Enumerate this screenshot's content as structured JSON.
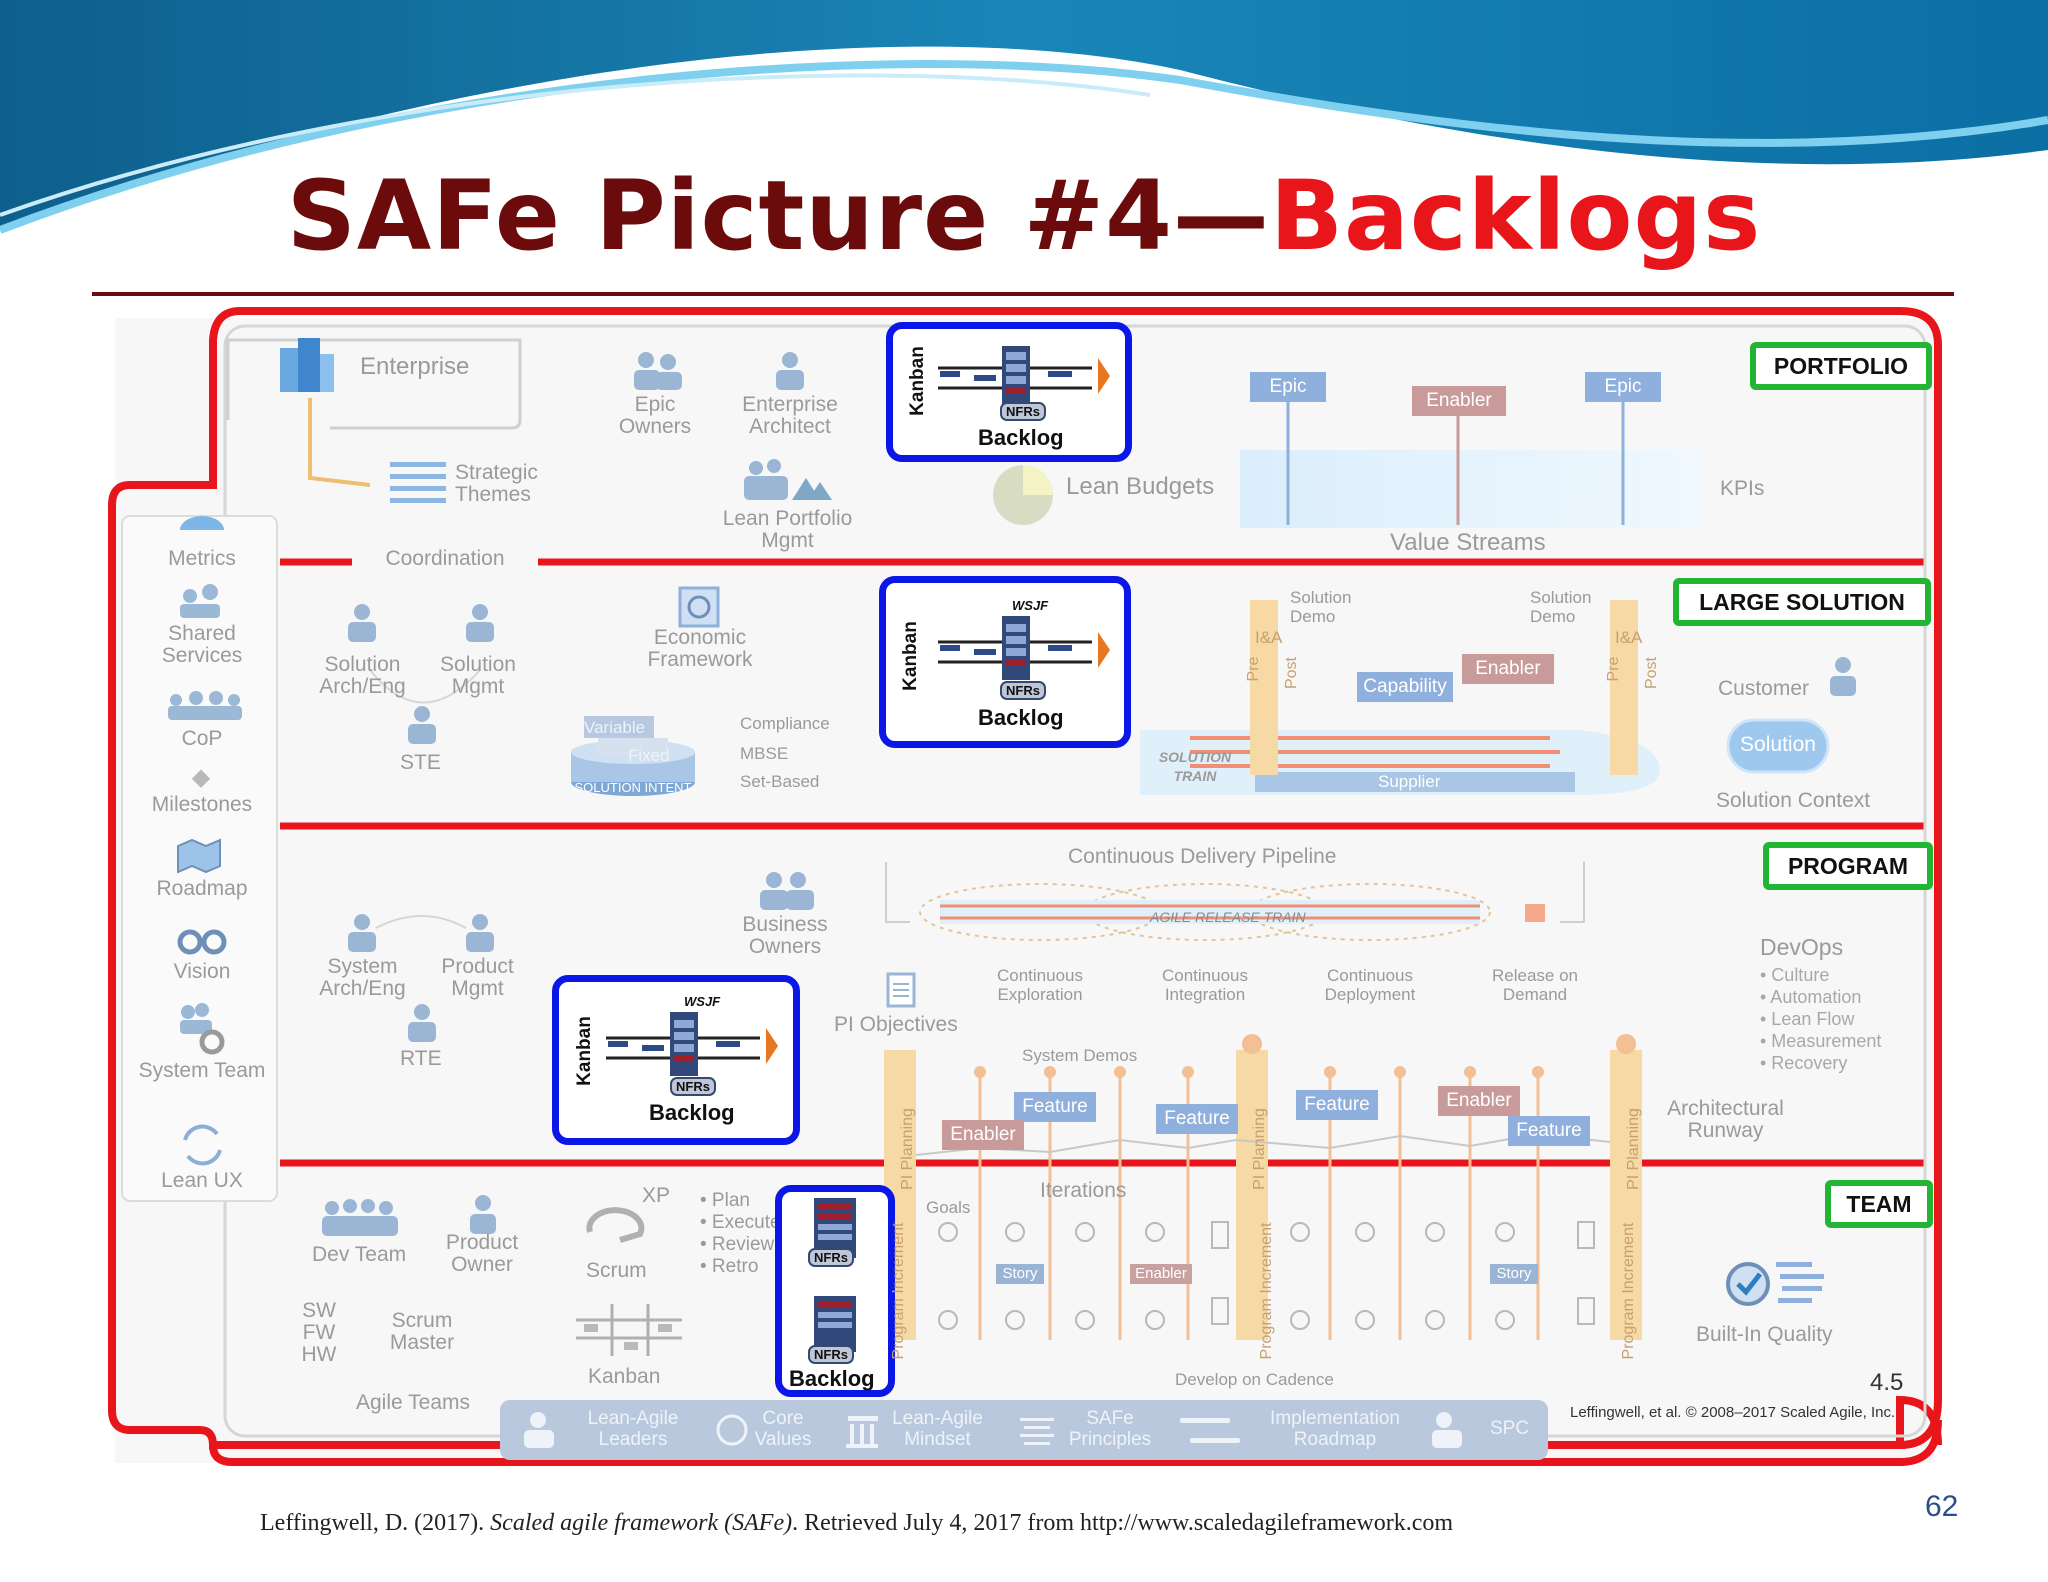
{
  "slide": {
    "title_main": "SAFe Picture #4—",
    "title_accent": "Backlogs",
    "citation_prefix": "Leffingwell, D. (2017). ",
    "citation_italic": "Scaled agile framework (SAFe)",
    "citation_suffix": ". Retrieved July 4, 2017 from http://www.scaledagileframework.com",
    "page_number": "62"
  },
  "levels": {
    "portfolio": "PORTFOLIO",
    "large_solution": "LARGE SOLUTION",
    "program": "PROGRAM",
    "team": "TEAM"
  },
  "kanban": {
    "vertical": "Kanban",
    "backlog": "Backlog",
    "nfrs": "NFRs",
    "wsjf": "WSJF"
  },
  "sidebar": [
    "Metrics",
    "Shared Services",
    "CoP",
    "Milestones",
    "Roadmap",
    "Vision",
    "System Team",
    "Lean UX"
  ],
  "portfolio": {
    "enterprise": "Enterprise",
    "strategic_themes": "Strategic Themes",
    "coordination": "Coordination",
    "epic_owners": "Epic Owners",
    "enterprise_architect": "Enterprise Architect",
    "lean_portfolio_mgmt": "Lean Portfolio Mgmt",
    "lean_budgets": "Lean Budgets",
    "value_streams": "Value Streams",
    "kpis": "KPIs",
    "epic": "Epic",
    "enabler": "Enabler"
  },
  "large_solution": {
    "solution_arch": "Solution Arch/Eng",
    "solution_mgmt": "Solution Mgmt",
    "ste": "STE",
    "economic_framework": "Economic Framework",
    "compliance": "Compliance",
    "mbse": "MBSE",
    "set_based": "Set-Based",
    "variable": "Variable",
    "fixed": "Fixed",
    "solution_intent": "SOLUTION INTENT",
    "solution_demo": "Solution Demo",
    "pre": "Pre",
    "post": "Post",
    "ia": "I&A",
    "capability": "Capability",
    "enabler": "Enabler",
    "solution_train": "SOLUTION TRAIN",
    "supplier": "Supplier",
    "customer": "Customer",
    "solution": "Solution",
    "solution_context": "Solution Context"
  },
  "program": {
    "system_arch": "System Arch/Eng",
    "product_mgmt": "Product Mgmt",
    "rte": "RTE",
    "business_owners": "Business Owners",
    "pi_objectives": "PI Objectives",
    "cdp": "Continuous Delivery Pipeline",
    "art": "AGILE RELEASE TRAIN",
    "exploration": "Continuous Exploration",
    "integration": "Continuous Integration",
    "deployment": "Continuous Deployment",
    "release": "Release on Demand",
    "system_demos": "System Demos",
    "feature": "Feature",
    "enabler": "Enabler",
    "devops": "DevOps",
    "devops_items": [
      "• Culture",
      "• Automation",
      "• Lean Flow",
      "• Measurement",
      "• Recovery"
    ],
    "architectural_runway": "Architectural Runway",
    "pi_planning": "PI Planning"
  },
  "team": {
    "dev_team": "Dev Team",
    "product_owner": "Product Owner",
    "scrum_master": "Scrum Master",
    "sw_fw_hw": "SW FW HW",
    "agile_teams": "Agile Teams",
    "xp": "XP",
    "scrum": "Scrum",
    "kanban": "Kanban",
    "plan_items": [
      "• Plan",
      "• Execute",
      "• Review",
      "• Retro"
    ],
    "goals": "Goals",
    "iterations": "Iterations",
    "story": "Story",
    "enabler": "Enabler",
    "program_increment": "Program Increment",
    "develop_on_cadence": "Develop on Cadence",
    "built_in_quality": "Built-In Quality",
    "version": "4.5",
    "copyright": "Leffingwell, et al. © 2008–2017 Scaled Agile, Inc."
  },
  "foundation": {
    "leaders": "Lean-Agile Leaders",
    "core_values": "Core Values",
    "mindset": "Lean-Agile Mindset",
    "principles": "SAFe Principles",
    "roadmap": "Implementation Roadmap",
    "spc": "SPC"
  },
  "colors": {
    "title_dark": "#6b0b0b",
    "title_red": "#e8151b",
    "frame_red": "#e8151b",
    "box_blue": "#0a17e6",
    "level_green": "#22b533"
  }
}
